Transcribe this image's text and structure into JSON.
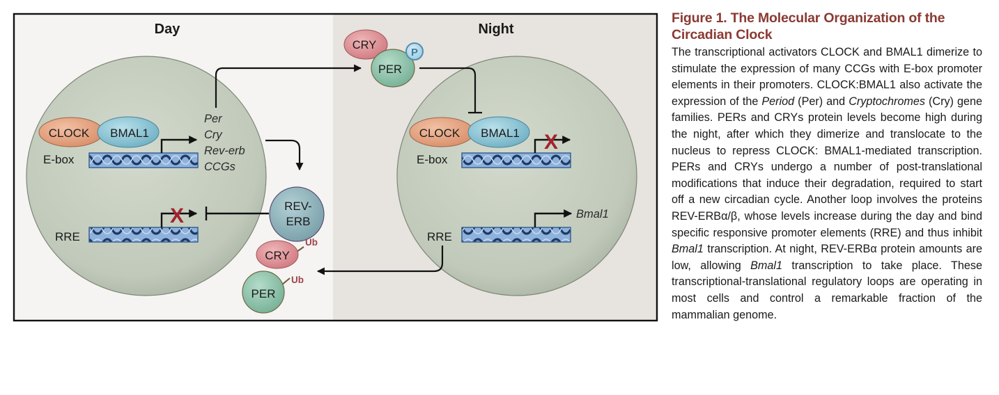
{
  "figure": {
    "panels": {
      "day": {
        "label": "Day"
      },
      "night": {
        "label": "Night"
      }
    },
    "day_nucleus": {
      "clock": "CLOCK",
      "bmal1": "BMAL1",
      "ebox_label": "E-box",
      "rre_label": "RRE",
      "target_genes": [
        "Per",
        "Cry",
        "Rev-erb",
        "CCGs"
      ],
      "rre_blocked_mark": "X"
    },
    "night_nucleus": {
      "clock": "CLOCK",
      "bmal1": "BMAL1",
      "ebox_label": "E-box",
      "rre_label": "RRE",
      "ebox_blocked_mark": "X",
      "rre_target": "Bmal1"
    },
    "cytoplasm": {
      "rev_erb": [
        "REV-",
        "ERB"
      ],
      "cry_complex": "CRY",
      "per_complex": "PER",
      "phospho": "P",
      "cry_ub": "CRY",
      "per_ub": "PER",
      "ub_label": "Ub"
    },
    "colors": {
      "caption_title": "#8a3a33",
      "clock_fill": "#e6a683",
      "bmal1_fill": "#8fc5d3",
      "cry_fill": "#e0969b",
      "per_fill": "#8fc4ad",
      "rev_erb_fill": "#8eb5bd",
      "nucleus_fill": "#c3cbbd",
      "dna_fill": "#8fb2dc",
      "dna_strand": "#1d3a66",
      "block_x": "#a3232d",
      "ub": "#a0434b",
      "phospho": "#4f8fb5"
    }
  },
  "caption": {
    "title": "Figure 1.  The Molecular Organization of the Circadian Clock",
    "segments": [
      {
        "t": "The transcriptional activators CLOCK and BMAL1 dimerize to stimulate the expression of many CCGs with E-box promoter elements in their promoters. CLOCK:BMAL1 also activate the expression of the ",
        "i": false
      },
      {
        "t": "Period",
        "i": true
      },
      {
        "t": " (Per) and ",
        "i": false
      },
      {
        "t": "Cryptochromes",
        "i": true
      },
      {
        "t": " (Cry) gene families. PERs and CRYs protein levels become high during the night, after which they dimerize and translocate to the nucleus to repress CLOCK: BMAL1-mediated transcription. PERs and CRYs undergo a number of post-translational modifications that induce their degradation, required to start off a new circadian cycle. Another loop involves the proteins REV-ERBα/β, whose levels increase during the day and bind specific responsive promoter elements (RRE) and thus inhibit ",
        "i": false
      },
      {
        "t": "Bmal1",
        "i": true
      },
      {
        "t": " transcription. At night, REV-ERBα protein amounts are low, allowing ",
        "i": false
      },
      {
        "t": "Bmal1",
        "i": true
      },
      {
        "t": " transcription to take place. These transcriptional-translational regulatory loops are operating in most cells and control a remarkable fraction of the mammalian genome.",
        "i": false
      }
    ]
  }
}
